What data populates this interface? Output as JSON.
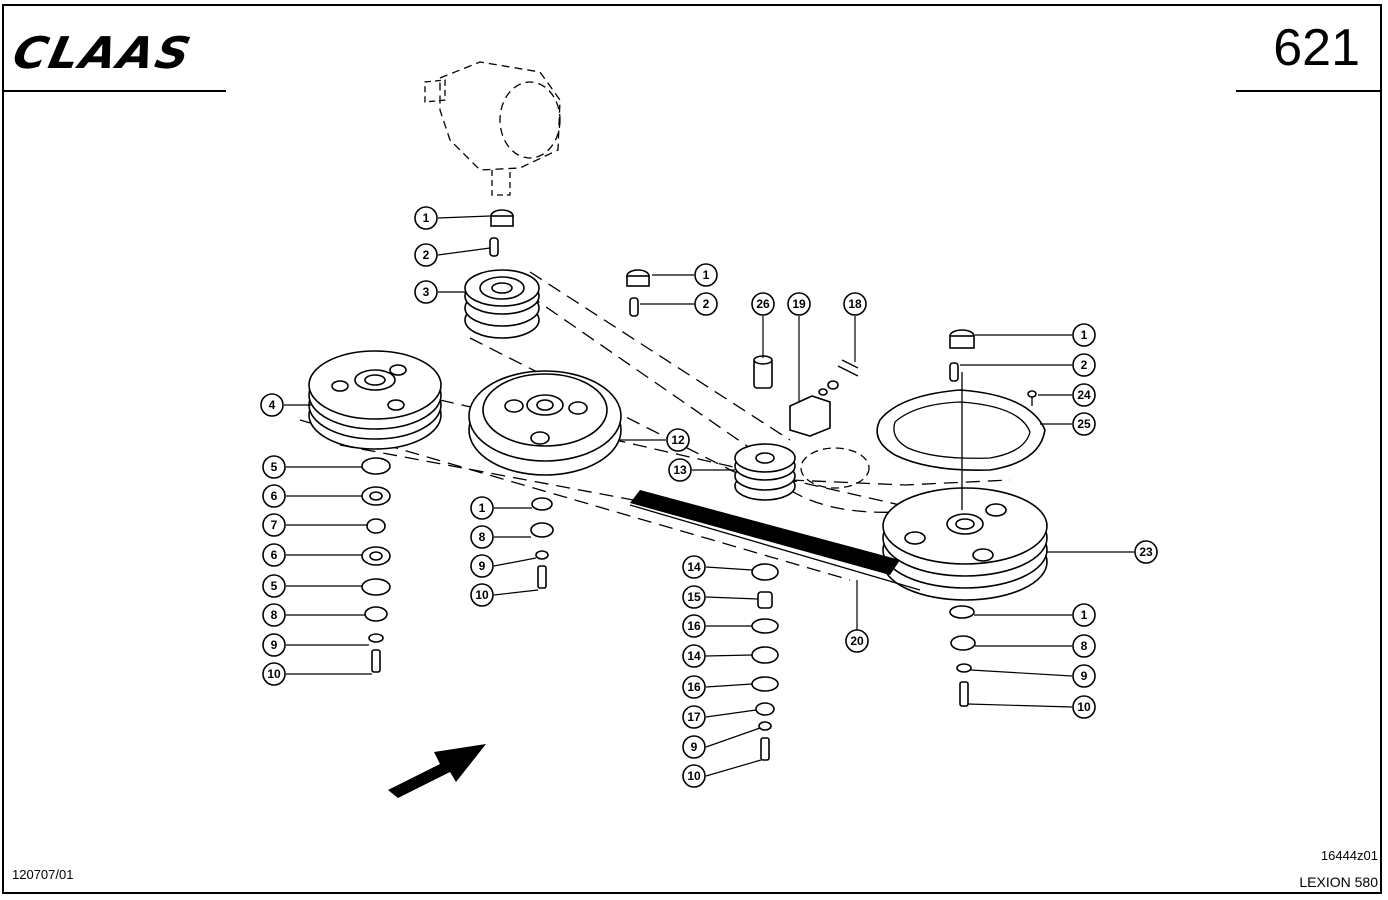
{
  "header": {
    "brand": "CLAAS",
    "page_number": "621"
  },
  "footer": {
    "document_code": "120707/01",
    "diagram_id": "16444z01",
    "model": "LEXION 580"
  },
  "callouts": {
    "c1a": "1",
    "c2a": "2",
    "c3": "3",
    "c1b": "1",
    "c2b": "2",
    "c26": "26",
    "c19": "19",
    "c18": "18",
    "c1c": "1",
    "c2c": "2",
    "c24": "24",
    "c25": "25",
    "c4": "4",
    "c12": "12",
    "c13": "13",
    "c23": "23",
    "c5a": "5",
    "c6a": "6",
    "c7": "7",
    "c6b": "6",
    "c5b": "5",
    "c8a": "8",
    "c9a": "9",
    "c10a": "10",
    "c1d": "1",
    "c8b": "8",
    "c9b": "9",
    "c10b": "10",
    "c14a": "14",
    "c15": "15",
    "c16a": "16",
    "c14b": "14",
    "c16b": "16",
    "c17": "17",
    "c9c": "9",
    "c10c": "10",
    "c20": "20",
    "c1e": "1",
    "c8c": "8",
    "c9d": "9",
    "c10d": "10"
  },
  "icons": {
    "direction_arrow": "arrow-icon"
  }
}
